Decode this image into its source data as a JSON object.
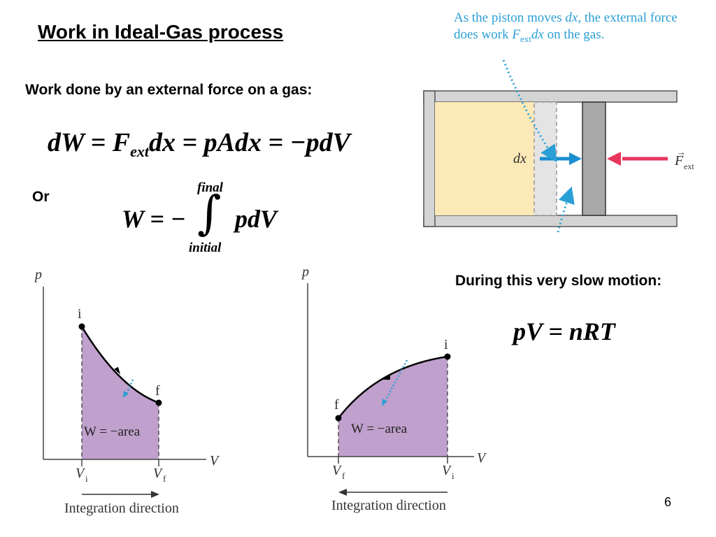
{
  "title": "Work in Ideal-Gas process",
  "subheading": "Work done by an external force on a gas:",
  "eq1": {
    "lhs": "dW = F",
    "sub": "ext",
    "rhs": "dx = pAdx = −pdV"
  },
  "or_label": "Or",
  "eq2": {
    "lhs": "W = −",
    "integral": "∫",
    "upper": "final",
    "lower": "initial",
    "rhs": "pdV"
  },
  "piston": {
    "caption_a": "As the piston moves ",
    "caption_b": "dx",
    "caption_c": ", the external force does work ",
    "caption_d": "F",
    "caption_sub": "ext",
    "caption_e": "dx",
    "caption_f": " on the gas.",
    "dx_label": "dx",
    "force_label": "F",
    "force_sub": "ext",
    "colors": {
      "gas": "#fce9b8",
      "wall": "#d4d4d4",
      "piston": "#a9a9a9",
      "arrow_blue": "#1a8fd0",
      "arrow_red": "#e8365c"
    }
  },
  "slow_motion": "During this very slow motion:",
  "eq3": "pV = nRT",
  "graph_left": {
    "p_label": "p",
    "v_label": "V",
    "point_i": "i",
    "point_f": "f",
    "vi_label": "V",
    "vi_sub": "i",
    "vf_label": "V",
    "vf_sub": "f",
    "area_label": "W = −area",
    "direction": "Integration direction"
  },
  "graph_right": {
    "p_label": "p",
    "v_label": "V",
    "point_i": "i",
    "point_f": "f",
    "vf_label": "V",
    "vf_sub": "f",
    "vi_label": "V",
    "vi_sub": "i",
    "area_label": "W = −area",
    "direction": "Integration direction"
  },
  "area_color": "#c0a0cc",
  "page_number": "6"
}
